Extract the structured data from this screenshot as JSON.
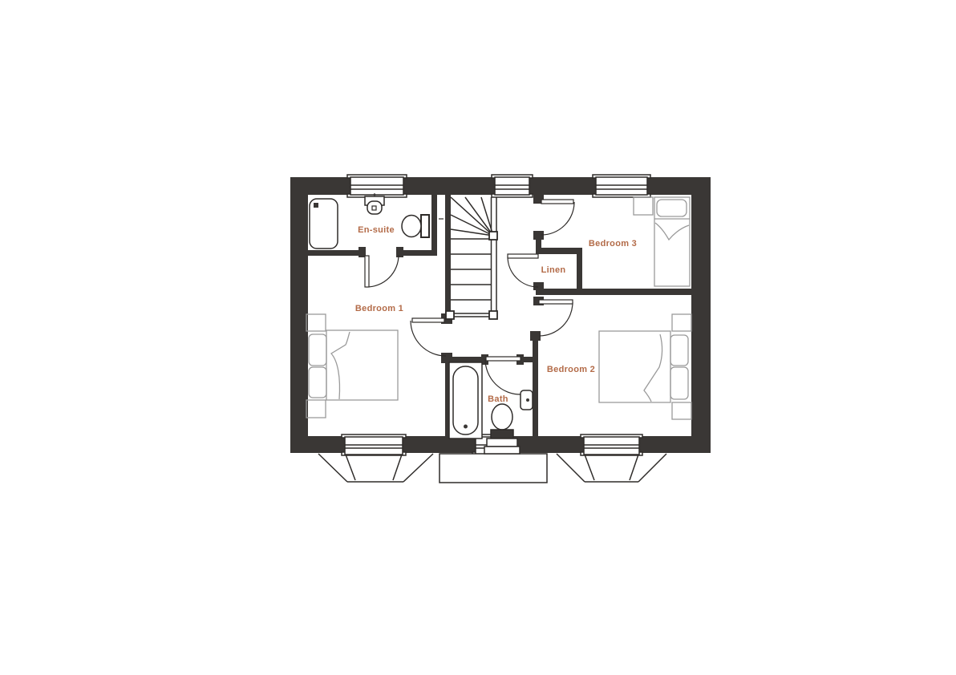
{
  "plan": {
    "type": "floor-plan",
    "floor": "first-floor",
    "colors": {
      "wall": "#3a3735",
      "line": "#2e2b29",
      "furniture": "#9a9a9a",
      "label": "#b36b48",
      "background": "#ffffff"
    },
    "rooms": [
      {
        "id": "ensuite",
        "label": "En-suite"
      },
      {
        "id": "bedroom1",
        "label": "Bedroom 1"
      },
      {
        "id": "bedroom3",
        "label": "Bedroom 3"
      },
      {
        "id": "linen",
        "label": "Linen"
      },
      {
        "id": "bedroom2",
        "label": "Bedroom 2"
      },
      {
        "id": "bath",
        "label": "Bath"
      }
    ],
    "fixtures": [
      "bathtub-icon",
      "shower-bath-icon",
      "wash-basin-icon",
      "toilet-icon",
      "double-bed-icon",
      "single-bed-icon",
      "bedside-table-icon",
      "staircase-icon",
      "window-icon",
      "bay-window-icon",
      "door-swing-icon"
    ],
    "counts": {
      "bedrooms": 3,
      "bathrooms": 2,
      "windows": 6,
      "doors": 6
    }
  }
}
